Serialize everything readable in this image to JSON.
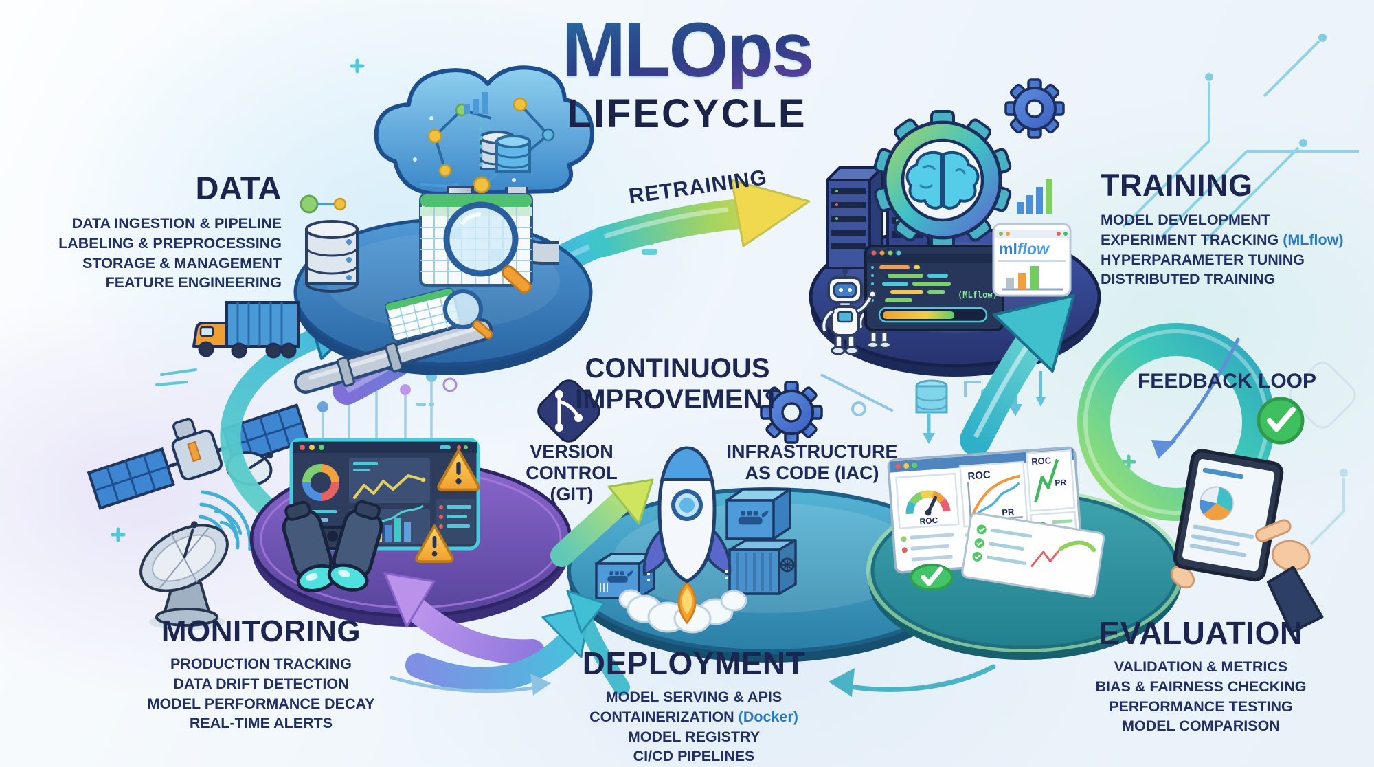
{
  "title": {
    "main": "MLOps",
    "subtitle": "LIFECYCLE"
  },
  "sections": {
    "data": {
      "heading": "DATA",
      "lines": [
        {
          "t": "DATA INGESTION & PIPELINE",
          "h": ""
        },
        {
          "t": "LABELING & PREPROCESSING",
          "h": ""
        },
        {
          "t": "STORAGE & MANAGEMENT",
          "h": ""
        },
        {
          "t": "FEATURE ENGINEERING",
          "h": ""
        }
      ]
    },
    "training": {
      "heading": "TRAINING",
      "lines": [
        {
          "t": "MODEL DEVELOPMENT",
          "h": ""
        },
        {
          "t": "EXPERIMENT TRACKING ",
          "h": "(MLflow)"
        },
        {
          "t": "HYPERPARAMETER TUNING",
          "h": ""
        },
        {
          "t": "DISTRIBUTED TRAINING",
          "h": ""
        }
      ]
    },
    "monitoring": {
      "heading": "MONITORING",
      "lines": [
        {
          "t": "PRODUCTION TRACKING",
          "h": ""
        },
        {
          "t": "DATA DRIFT DETECTION",
          "h": ""
        },
        {
          "t": "MODEL PERFORMANCE DECAY",
          "h": ""
        },
        {
          "t": "REAL-TIME ALERTS",
          "h": ""
        }
      ]
    },
    "deployment": {
      "heading": "DEPLOYMENT",
      "lines": [
        {
          "t": "MODEL SERVING & APIS",
          "h": ""
        },
        {
          "t": "CONTAINERIZATION ",
          "h": "(Docker)"
        },
        {
          "t": "MODEL REGISTRY",
          "h": ""
        },
        {
          "t": "CI/CD PIPELINES",
          "h": ""
        }
      ]
    },
    "evaluation": {
      "heading": "EVALUATION",
      "lines": [
        {
          "t": "VALIDATION & METRICS",
          "h": ""
        },
        {
          "t": "BIAS & FAIRNESS CHECKING",
          "h": ""
        },
        {
          "t": "PERFORMANCE TESTING",
          "h": ""
        },
        {
          "t": "MODEL COMPARISON",
          "h": ""
        }
      ]
    }
  },
  "labels": {
    "retraining": "RETRAINING",
    "continuous_1": "CONTINUOUS",
    "continuous_2": "IMPROVEMENT",
    "version_1": "VERSION",
    "version_2": "CONTROL (GIT)",
    "iac_1": "INFRASTRUCTURE",
    "iac_2": "AS CODE (IAC)",
    "feedback": "FEEDBACK LOOP"
  },
  "illustrations": {
    "mlflow_ml": "ml",
    "mlflow_flow": "flow",
    "code_tag": "(MLflow)",
    "roc": "ROC",
    "pr": "PR"
  },
  "palette": {
    "navy_text": "#1e2a5c",
    "accent_blue": "#2979c0",
    "teal": "#3fc0d0",
    "yellow": "#f0d84f",
    "purple": "#8a68cc",
    "green": "#7fd06f"
  }
}
